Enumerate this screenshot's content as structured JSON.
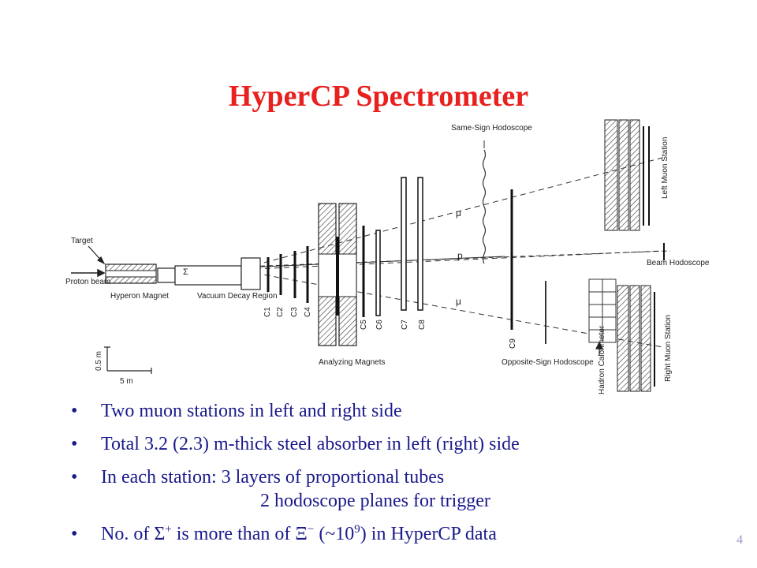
{
  "slide": {
    "title": "HyperCP Spectrometer",
    "page_number": "4"
  },
  "diagram": {
    "labels": {
      "target": "Target",
      "proton_beam": "Proton beam",
      "hyperon_magnet": "Hyperon Magnet",
      "vacuum_decay_region": "Vacuum Decay Region",
      "sigma": "Σ",
      "c1": "C1",
      "c2": "C2",
      "c3": "C3",
      "c4": "C4",
      "c5": "C5",
      "c6": "C6",
      "c7": "C7",
      "c8": "C8",
      "c9": "C9",
      "analyzing_magnets": "Analyzing Magnets",
      "same_sign_hodoscope": "Same-Sign Hodoscope",
      "opposite_sign_hodoscope": "Opposite-Sign Hodoscope",
      "mu_top": "μ",
      "p": "p",
      "mu_bottom": "μ",
      "left_muon_station": "Left Muon Station",
      "right_muon_station": "Right Muon Station",
      "beam_hodoscope": "Beam Hodoscope",
      "hadron_calorimeter": "Hadron Calorimeter",
      "scale_vertical": "0.5 m",
      "scale_horizontal": "5 m"
    }
  },
  "bullets": {
    "b1": "Two muon stations in left and right side",
    "b2": "Total 3.2 (2.3) m-thick steel absorber  in left (right) side",
    "b3_line1": "In each station: 3 layers of proportional tubes",
    "b3_line2": "2 hodoscope planes for trigger",
    "b4_prefix": "No. of Σ",
    "b4_sup1": "+",
    "b4_mid": "  is  more than of Ξ",
    "b4_sup2": "−",
    "b4_paren": " (~10",
    "b4_sup3": "9",
    "b4_suffix": ") in HyperCP data",
    "bullet_char": "•"
  },
  "colors": {
    "title": "#e8201e",
    "bullet_text": "#1a1a8c",
    "diagram_ink": "#222222",
    "page_number": "#9a9ac8"
  }
}
